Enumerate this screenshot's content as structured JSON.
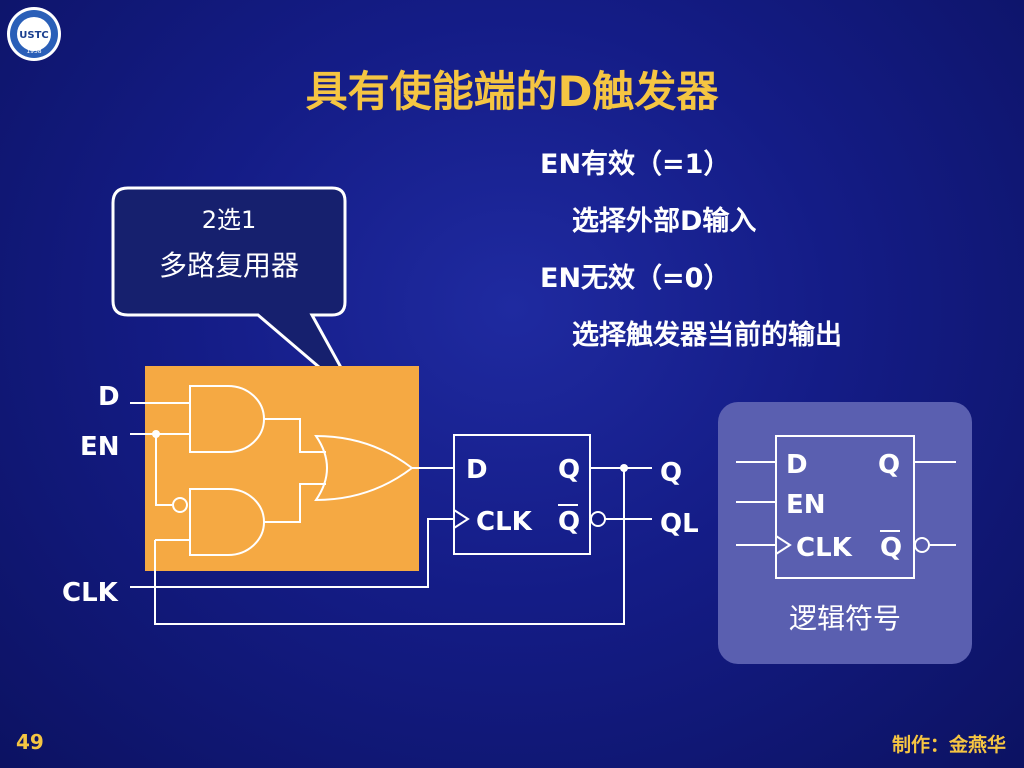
{
  "slide": {
    "title": "具有使能端的D触发器",
    "page_number": "49",
    "author": "制作：金燕华"
  },
  "logo": {
    "text": "USTC",
    "year": "1958"
  },
  "bullets": [
    {
      "text": "EN有效（=1）",
      "indent": false
    },
    {
      "text": "选择外部D输入",
      "indent": true
    },
    {
      "text": "EN无效（=0）",
      "indent": false
    },
    {
      "text": "选择触发器当前的输出",
      "indent": true
    }
  ],
  "callout": {
    "line1": "2选1",
    "line2": "多路复用器"
  },
  "circuit": {
    "inputs": {
      "d": "D",
      "en": "EN",
      "clk": "CLK"
    },
    "dff": {
      "d_pin": "D",
      "q_pin": "Q",
      "clk_pin": "CLK",
      "qn_pin": "Q"
    },
    "outputs": {
      "q": "Q",
      "ql": "QL"
    }
  },
  "symbol": {
    "d_pin": "D",
    "q_pin": "Q",
    "en_pin": "EN",
    "clk_pin": "CLK",
    "qn_pin": "Q",
    "caption": "逻辑符号"
  },
  "colors": {
    "background": "#141c86",
    "title": "#f5c542",
    "mux_box": "#f5a943",
    "symbol_panel": "#5a5fb0",
    "wire": "#ffffff"
  }
}
